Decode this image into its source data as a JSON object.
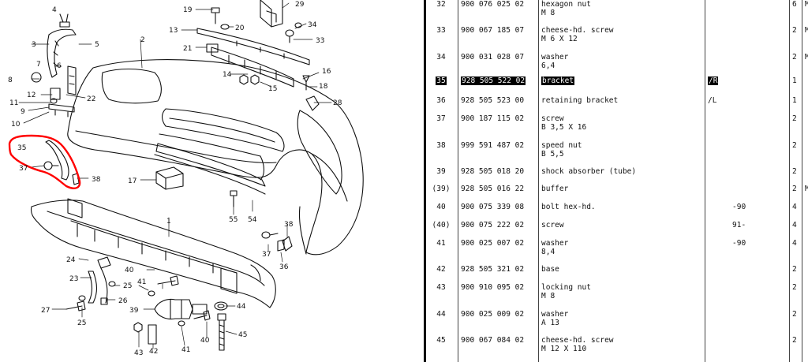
{
  "callouts": [
    {
      "label": "1"
    },
    {
      "label": "2"
    },
    {
      "label": "3"
    },
    {
      "label": "4"
    },
    {
      "label": "5"
    },
    {
      "label": "6"
    },
    {
      "label": "7"
    },
    {
      "label": "8"
    },
    {
      "label": "9"
    },
    {
      "label": "10"
    },
    {
      "label": "11"
    },
    {
      "label": "12"
    },
    {
      "label": "13"
    },
    {
      "label": "14"
    },
    {
      "label": "15"
    },
    {
      "label": "16"
    },
    {
      "label": "17"
    },
    {
      "label": "18"
    },
    {
      "label": "19"
    },
    {
      "label": "20"
    },
    {
      "label": "21"
    },
    {
      "label": "22"
    },
    {
      "label": "23"
    },
    {
      "label": "24"
    },
    {
      "label": "25"
    },
    {
      "label": "25"
    },
    {
      "label": "26"
    },
    {
      "label": "27"
    },
    {
      "label": "28"
    },
    {
      "label": "29"
    },
    {
      "label": "33"
    },
    {
      "label": "34"
    },
    {
      "label": "35"
    },
    {
      "label": "36"
    },
    {
      "label": "37"
    },
    {
      "label": "37"
    },
    {
      "label": "38"
    },
    {
      "label": "38"
    },
    {
      "label": "39"
    },
    {
      "label": "40"
    },
    {
      "label": "40"
    },
    {
      "label": "41"
    },
    {
      "label": "41"
    },
    {
      "label": "42"
    },
    {
      "label": "43"
    },
    {
      "label": "44"
    },
    {
      "label": "45"
    },
    {
      "label": "54"
    },
    {
      "label": "55"
    }
  ],
  "highlight_color": "#ff0000",
  "parts": [
    {
      "pos": "32",
      "number": "900 076 025 02",
      "desc": "hexagon nut",
      "desc2": "M 8",
      "side": "",
      "note": "",
      "qty": "6",
      "extra": "M",
      "highlight": false
    },
    {
      "pos": "33",
      "number": "900 067 185 07",
      "desc": "cheese-hd. screw",
      "desc2": "M 6 X 12",
      "side": "",
      "note": "",
      "qty": "2",
      "extra": "M",
      "highlight": false
    },
    {
      "pos": "34",
      "number": "900 031 028 07",
      "desc": "washer",
      "desc2": "6,4",
      "side": "",
      "note": "",
      "qty": "2",
      "extra": "M",
      "highlight": false
    },
    {
      "pos": "35",
      "number": "928 505 522 02",
      "desc": "bracket",
      "desc2": "",
      "side": "/R",
      "note": "",
      "qty": "1",
      "extra": "",
      "highlight": true
    },
    {
      "pos": "36",
      "number": "928 505 523 00",
      "desc": "retaining bracket",
      "desc2": "",
      "side": "/L",
      "note": "",
      "qty": "1",
      "extra": "",
      "highlight": false
    },
    {
      "pos": "37",
      "number": "900 187 115 02",
      "desc": "screw",
      "desc2": "B 3,5 X 16",
      "side": "",
      "note": "",
      "qty": "2",
      "extra": "",
      "highlight": false
    },
    {
      "pos": "38",
      "number": "999 591 487 02",
      "desc": "speed nut",
      "desc2": "B 5,5",
      "side": "",
      "note": "",
      "qty": "2",
      "extra": "",
      "highlight": false
    },
    {
      "pos": "39",
      "number": "928 505 018 20",
      "desc": "shock absorber (tube)",
      "desc2": "",
      "side": "",
      "note": "",
      "qty": "2",
      "extra": "",
      "highlight": false
    },
    {
      "pos": "(39)",
      "number": "928 505 016 22",
      "desc": "buffer",
      "desc2": "",
      "side": "",
      "note": "",
      "qty": "2",
      "extra": "M",
      "highlight": false
    },
    {
      "pos": "40",
      "number": "900 075 339 08",
      "desc": "bolt hex-hd.",
      "desc2": "",
      "side": "",
      "note": "-90",
      "qty": "4",
      "extra": "",
      "highlight": false
    },
    {
      "pos": "(40)",
      "number": "900 075 222 02",
      "desc": "screw",
      "desc2": "",
      "side": "",
      "note": "91-",
      "qty": "4",
      "extra": "",
      "highlight": false
    },
    {
      "pos": "41",
      "number": "900 025 007 02",
      "desc": "washer",
      "desc2": "8,4",
      "side": "",
      "note": "-90",
      "qty": "4",
      "extra": "",
      "highlight": false
    },
    {
      "pos": "42",
      "number": "928 505 321 02",
      "desc": "base",
      "desc2": "",
      "side": "",
      "note": "",
      "qty": "2",
      "extra": "",
      "highlight": false
    },
    {
      "pos": "43",
      "number": "900 910 095 02",
      "desc": "locking nut",
      "desc2": "M 8",
      "side": "",
      "note": "",
      "qty": "2",
      "extra": "",
      "highlight": false
    },
    {
      "pos": "44",
      "number": "900 025 009 02",
      "desc": "washer",
      "desc2": "A 13",
      "side": "",
      "note": "",
      "qty": "2",
      "extra": "",
      "highlight": false
    },
    {
      "pos": "45",
      "number": "900 067 084 02",
      "desc": "cheese-hd. screw",
      "desc2": "M 12 X 110",
      "side": "",
      "note": "",
      "qty": "2",
      "extra": "",
      "highlight": false
    }
  ]
}
